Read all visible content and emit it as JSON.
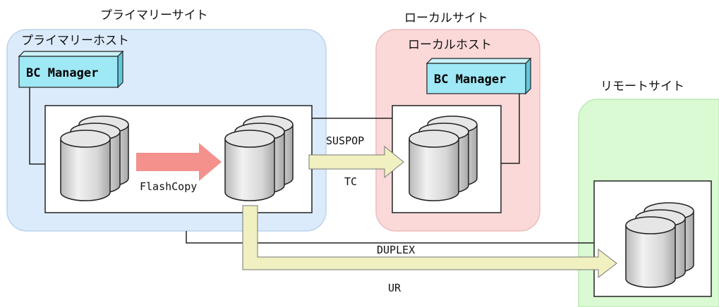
{
  "sites": {
    "primary": {
      "label": "プライマリーサイト",
      "host_label": "プライマリーホスト"
    },
    "local": {
      "label": "ローカルサイト",
      "host_label": "ローカルホスト"
    },
    "remote": {
      "label": "リモートサイト"
    }
  },
  "software": {
    "bc_manager_label": "BC Manager"
  },
  "arrows": {
    "flashcopy": "FlashCopy",
    "to_local_status": "SUSPOP",
    "to_local_type": "TC",
    "to_remote_status": "DUPLEX",
    "to_remote_type": "UR"
  },
  "colors": {
    "primary_site_fill": "#dcebfb",
    "local_site_fill": "#fbd9d9",
    "remote_site_fill": "#d9fad3",
    "bc_box_fill": "#9fe8f6",
    "flashcopy_arrow": "#f4918c",
    "copy_arrow": "#f0f0c0"
  }
}
